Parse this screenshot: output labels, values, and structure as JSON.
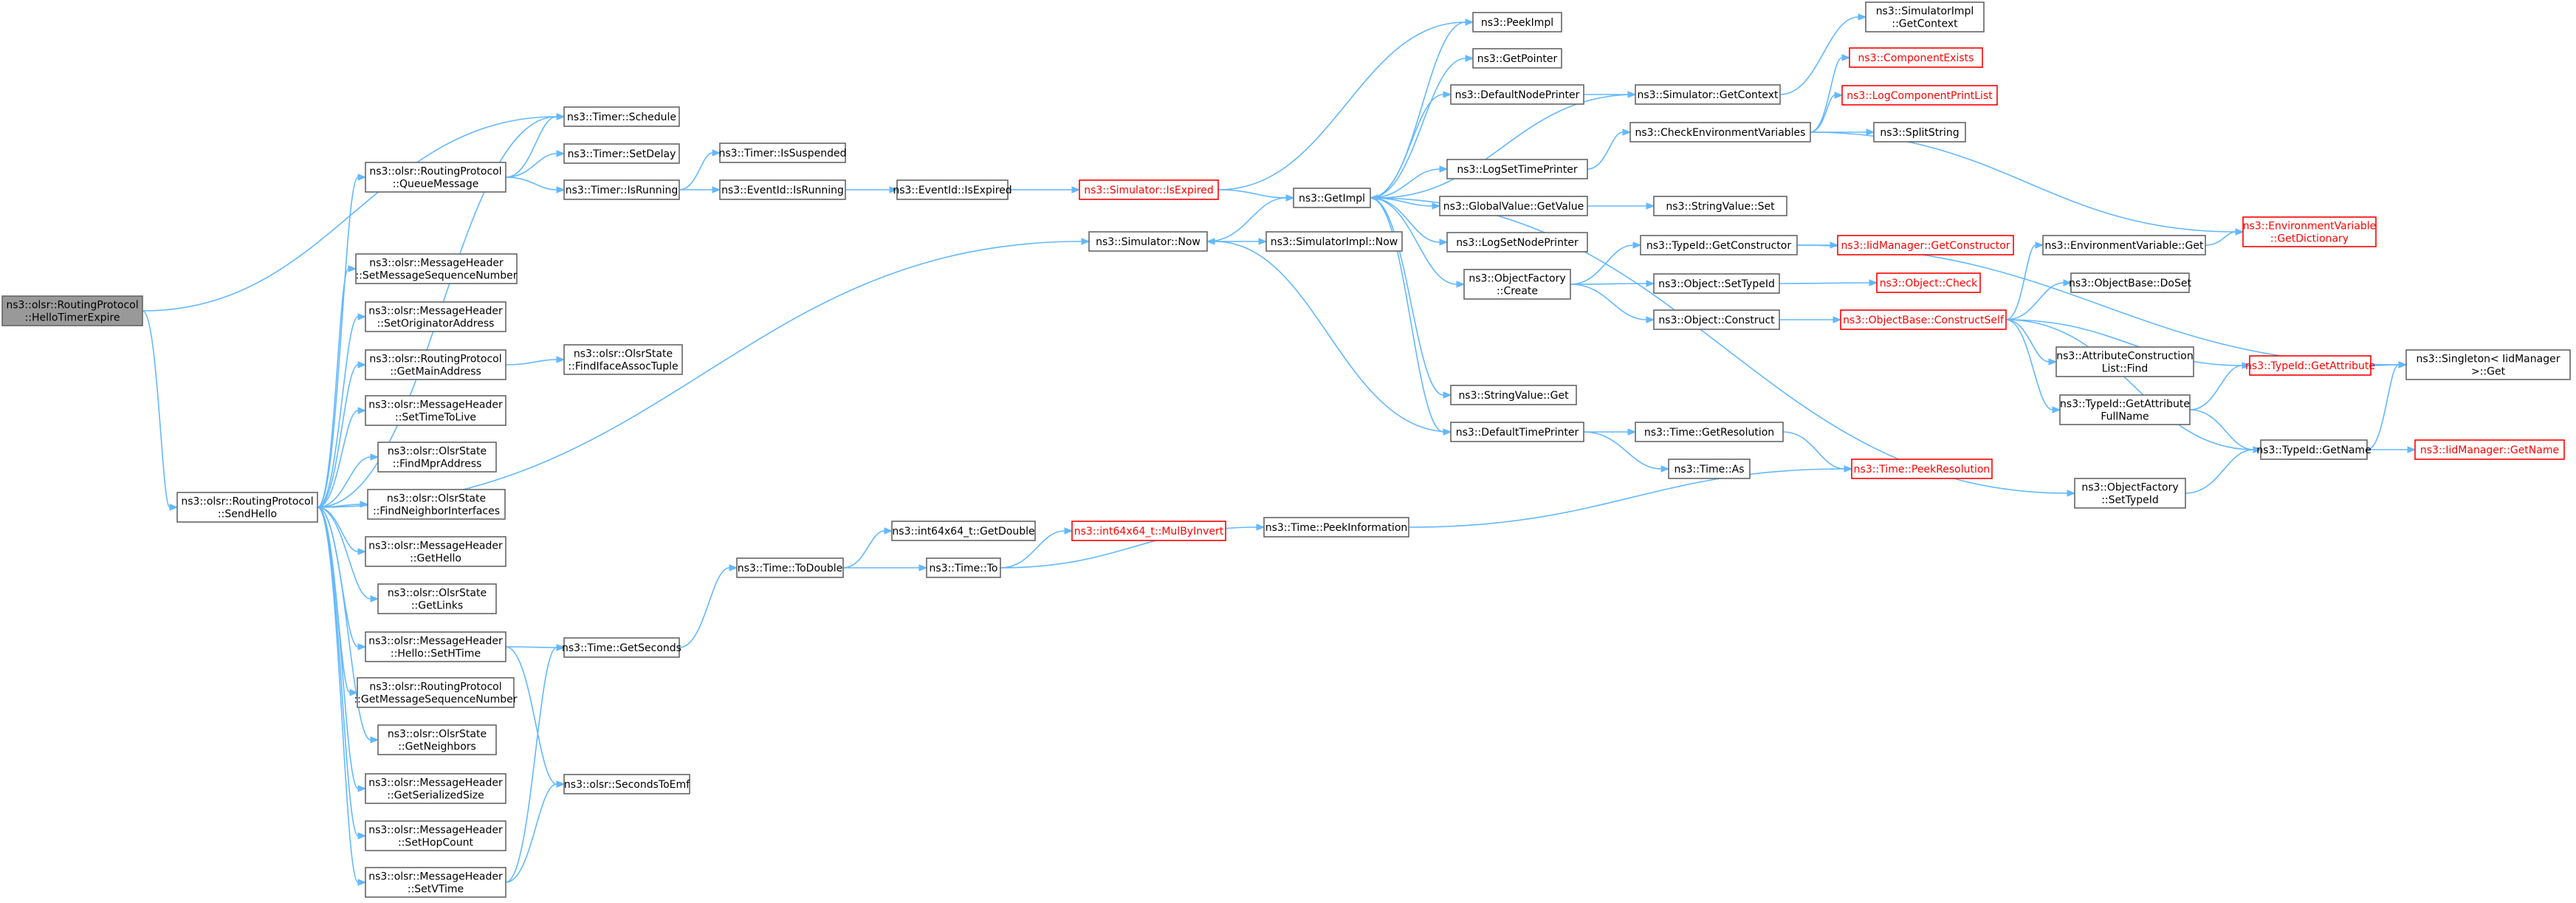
{
  "graph": {
    "nodes": [
      {
        "id": "root",
        "lines": [
          "ns3::olsr::RoutingProtocol",
          "::HelloTimerExpire"
        ],
        "red": false,
        "root": true
      },
      {
        "id": "sendhello",
        "lines": [
          "ns3::olsr::RoutingProtocol",
          "::SendHello"
        ],
        "red": false
      },
      {
        "id": "qmsg",
        "lines": [
          "ns3::olsr::RoutingProtocol",
          "::QueueMessage"
        ],
        "red": false
      },
      {
        "id": "setmsn",
        "lines": [
          "ns3::olsr::MessageHeader",
          "::SetMessageSequenceNumber"
        ],
        "red": false
      },
      {
        "id": "setorig",
        "lines": [
          "ns3::olsr::MessageHeader",
          "::SetOriginatorAddress"
        ],
        "red": false
      },
      {
        "id": "getmain",
        "lines": [
          "ns3::olsr::RoutingProtocol",
          "::GetMainAddress"
        ],
        "red": false
      },
      {
        "id": "setttl",
        "lines": [
          "ns3::olsr::MessageHeader",
          "::SetTimeToLive"
        ],
        "red": false
      },
      {
        "id": "findmpr",
        "lines": [
          "ns3::olsr::OlsrState",
          "::FindMprAddress"
        ],
        "red": false
      },
      {
        "id": "findnbrif",
        "lines": [
          "ns3::olsr::OlsrState",
          "::FindNeighborInterfaces"
        ],
        "red": false
      },
      {
        "id": "gethello",
        "lines": [
          "ns3::olsr::MessageHeader",
          "::GetHello"
        ],
        "red": false
      },
      {
        "id": "getlinks",
        "lines": [
          "ns3::olsr::OlsrState",
          "::GetLinks"
        ],
        "red": false
      },
      {
        "id": "sethtime",
        "lines": [
          "ns3::olsr::MessageHeader",
          "::Hello::SetHTime"
        ],
        "red": false
      },
      {
        "id": "getmsn",
        "lines": [
          "ns3::olsr::RoutingProtocol",
          "::GetMessageSequenceNumber"
        ],
        "red": false
      },
      {
        "id": "getnbrs",
        "lines": [
          "ns3::olsr::OlsrState",
          "::GetNeighbors"
        ],
        "red": false
      },
      {
        "id": "getsersz",
        "lines": [
          "ns3::olsr::MessageHeader",
          "::GetSerializedSize"
        ],
        "red": false
      },
      {
        "id": "sethop",
        "lines": [
          "ns3::olsr::MessageHeader",
          "::SetHopCount"
        ],
        "red": false
      },
      {
        "id": "setvtime",
        "lines": [
          "ns3::olsr::MessageHeader",
          "::SetVTime"
        ],
        "red": false
      },
      {
        "id": "schedule",
        "lines": [
          "ns3::Timer::Schedule"
        ],
        "red": false
      },
      {
        "id": "setdelay",
        "lines": [
          "ns3::Timer::SetDelay"
        ],
        "red": false
      },
      {
        "id": "isrunning",
        "lines": [
          "ns3::Timer::IsRunning"
        ],
        "red": false
      },
      {
        "id": "issusp",
        "lines": [
          "ns3::Timer::IsSuspended"
        ],
        "red": false
      },
      {
        "id": "evrunning",
        "lines": [
          "ns3::EventId::IsRunning"
        ],
        "red": false
      },
      {
        "id": "evexpired",
        "lines": [
          "ns3::EventId::IsExpired"
        ],
        "red": false
      },
      {
        "id": "findiface",
        "lines": [
          "ns3::olsr::OlsrState",
          "::FindIfaceAssocTuple"
        ],
        "red": false
      },
      {
        "id": "getseconds",
        "lines": [
          "ns3::Time::GetSeconds"
        ],
        "red": false
      },
      {
        "id": "secemf",
        "lines": [
          "ns3::olsr::SecondsToEmf"
        ],
        "red": false
      },
      {
        "id": "todouble",
        "lines": [
          "ns3::Time::ToDouble"
        ],
        "red": false
      },
      {
        "id": "getdouble",
        "lines": [
          "ns3::int64x64_t::GetDouble"
        ],
        "red": false
      },
      {
        "id": "timeto",
        "lines": [
          "ns3::Time::To"
        ],
        "red": false
      },
      {
        "id": "mulbyinv",
        "lines": [
          "ns3::int64x64_t::MulByInvert"
        ],
        "red": true
      },
      {
        "id": "peekinfo",
        "lines": [
          "ns3::Time::PeekInformation"
        ],
        "red": false
      },
      {
        "id": "simexpired",
        "lines": [
          "ns3::Simulator::IsExpired"
        ],
        "red": true
      },
      {
        "id": "simnow",
        "lines": [
          "ns3::Simulator::Now"
        ],
        "red": false
      },
      {
        "id": "simimplnow",
        "lines": [
          "ns3::SimulatorImpl::Now"
        ],
        "red": false
      },
      {
        "id": "getimpl",
        "lines": [
          "ns3::GetImpl"
        ],
        "red": false
      },
      {
        "id": "peekimpl",
        "lines": [
          "ns3::PeekImpl"
        ],
        "red": false
      },
      {
        "id": "getpointer",
        "lines": [
          "ns3::GetPointer"
        ],
        "red": false
      },
      {
        "id": "defnodepr",
        "lines": [
          "ns3::DefaultNodePrinter"
        ],
        "red": false
      },
      {
        "id": "logsettime",
        "lines": [
          "ns3::LogSetTimePrinter"
        ],
        "red": false
      },
      {
        "id": "gvget",
        "lines": [
          "ns3::GlobalValue::GetValue"
        ],
        "red": false
      },
      {
        "id": "logsetnode",
        "lines": [
          "ns3::LogSetNodePrinter"
        ],
        "red": false
      },
      {
        "id": "ofcreate",
        "lines": [
          "ns3::ObjectFactory",
          "::Create"
        ],
        "red": false
      },
      {
        "id": "svget",
        "lines": [
          "ns3::StringValue::Get"
        ],
        "red": false
      },
      {
        "id": "deftimepr",
        "lines": [
          "ns3::DefaultTimePrinter"
        ],
        "red": false
      },
      {
        "id": "simgetctx",
        "lines": [
          "ns3::Simulator::GetContext"
        ],
        "red": false
      },
      {
        "id": "checkenv",
        "lines": [
          "ns3::CheckEnvironmentVariables"
        ],
        "red": false
      },
      {
        "id": "svset",
        "lines": [
          "ns3::StringValue::Set"
        ],
        "red": false
      },
      {
        "id": "tigetctor",
        "lines": [
          "ns3::TypeId::GetConstructor"
        ],
        "red": false
      },
      {
        "id": "objsettid",
        "lines": [
          "ns3::Object::SetTypeId"
        ],
        "red": false
      },
      {
        "id": "objconstruct",
        "lines": [
          "ns3::Object::Construct"
        ],
        "red": false
      },
      {
        "id": "getres",
        "lines": [
          "ns3::Time::GetResolution"
        ],
        "red": false
      },
      {
        "id": "timeas",
        "lines": [
          "ns3::Time::As"
        ],
        "red": false
      },
      {
        "id": "simimplctx",
        "lines": [
          "ns3::SimulatorImpl",
          "::GetContext"
        ],
        "red": false
      },
      {
        "id": "compexists",
        "lines": [
          "ns3::ComponentExists"
        ],
        "red": true
      },
      {
        "id": "logcomplist",
        "lines": [
          "ns3::LogComponentPrintList"
        ],
        "red": true
      },
      {
        "id": "splitstr",
        "lines": [
          "ns3::SplitString"
        ],
        "red": false
      },
      {
        "id": "iidgetctor",
        "lines": [
          "ns3::IidManager::GetConstructor"
        ],
        "red": true
      },
      {
        "id": "objcheck",
        "lines": [
          "ns3::Object::Check"
        ],
        "red": true
      },
      {
        "id": "obconstself",
        "lines": [
          "ns3::ObjectBase::ConstructSelf"
        ],
        "red": true
      },
      {
        "id": "peekres",
        "lines": [
          "ns3::Time::PeekResolution"
        ],
        "red": true
      },
      {
        "id": "envget",
        "lines": [
          "ns3::EnvironmentVariable::Get"
        ],
        "red": false
      },
      {
        "id": "obdoset",
        "lines": [
          "ns3::ObjectBase::DoSet"
        ],
        "red": false
      },
      {
        "id": "attrfind",
        "lines": [
          "ns3::AttributeConstruction",
          "List::Find"
        ],
        "red": false
      },
      {
        "id": "tigetattrfull",
        "lines": [
          "ns3::TypeId::GetAttribute",
          "FullName"
        ],
        "red": false
      },
      {
        "id": "ofsettid",
        "lines": [
          "ns3::ObjectFactory",
          "::SetTypeId"
        ],
        "red": false
      },
      {
        "id": "envdict",
        "lines": [
          "ns3::EnvironmentVariable",
          "::GetDictionary"
        ],
        "red": true
      },
      {
        "id": "tigetattr",
        "lines": [
          "ns3::TypeId::GetAttribute"
        ],
        "red": true
      },
      {
        "id": "tigetname",
        "lines": [
          "ns3::TypeId::GetName"
        ],
        "red": false
      },
      {
        "id": "singleton",
        "lines": [
          "ns3::Singleton< IidManager",
          ">::Get"
        ],
        "red": false
      },
      {
        "id": "iidgetname",
        "lines": [
          "ns3::IidManager::GetName"
        ],
        "red": true
      }
    ]
  }
}
